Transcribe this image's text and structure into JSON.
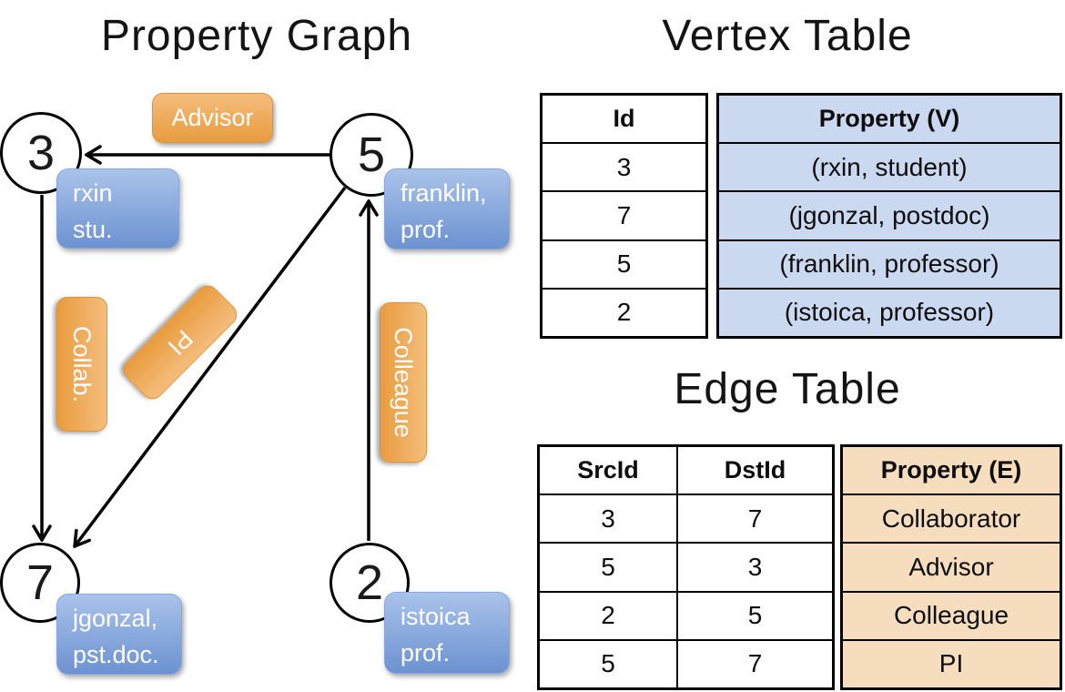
{
  "graph": {
    "title": "Property Graph",
    "nodes": [
      {
        "id": "3",
        "label_lines": [
          "rxin",
          "stu."
        ]
      },
      {
        "id": "5",
        "label_lines": [
          "franklin,",
          "prof."
        ]
      },
      {
        "id": "7",
        "label_lines": [
          "jgonzal,",
          "pst.doc."
        ]
      },
      {
        "id": "2",
        "label_lines": [
          "istoica",
          "prof."
        ]
      }
    ],
    "edges": [
      {
        "src": "5",
        "dst": "3",
        "label": "Advisor"
      },
      {
        "src": "3",
        "dst": "7",
        "label": "Collab."
      },
      {
        "src": "5",
        "dst": "7",
        "label": "PI"
      },
      {
        "src": "2",
        "dst": "5",
        "label": "Colleague"
      }
    ]
  },
  "vertex_table": {
    "title": "Vertex Table",
    "columns": [
      "Id",
      "Property (V)"
    ],
    "rows": [
      [
        "3",
        "(rxin, student)"
      ],
      [
        "7",
        "(jgonzal, postdoc)"
      ],
      [
        "5",
        "(franklin, professor)"
      ],
      [
        "2",
        "(istoica, professor)"
      ]
    ]
  },
  "edge_table": {
    "title": "Edge Table",
    "columns": [
      "SrcId",
      "DstId",
      "Property (E)"
    ],
    "rows": [
      [
        "3",
        "7",
        "Collaborator"
      ],
      [
        "5",
        "3",
        "Advisor"
      ],
      [
        "2",
        "5",
        "Colleague"
      ],
      [
        "5",
        "7",
        "PI"
      ]
    ]
  },
  "colors": {
    "vertex_fill": "#CBD9F0",
    "edge_fill": "#F6DDBD",
    "orange_accent": "#EFA64E",
    "blue_accent": "#84A7DE",
    "line_color": "#000000"
  }
}
